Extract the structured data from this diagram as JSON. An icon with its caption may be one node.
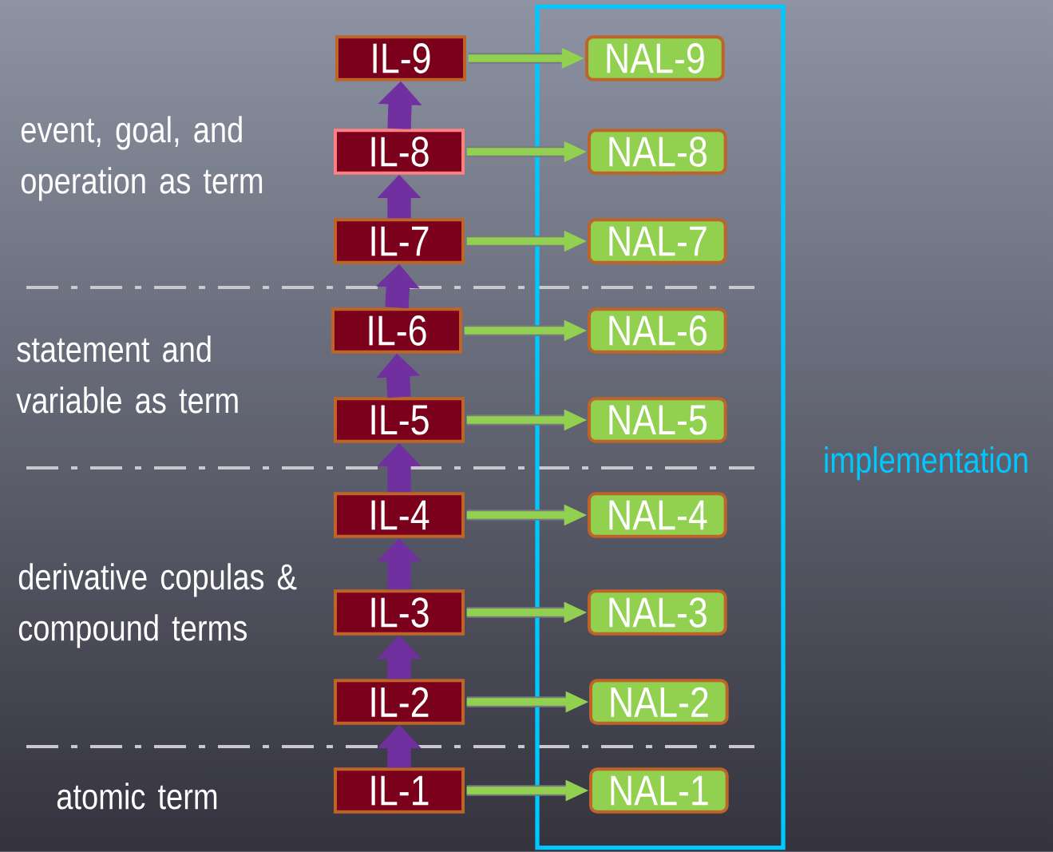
{
  "diagram": {
    "nodes": [
      {
        "text": [
          "implementation"
        ]
      },
      {
        "text": [
          "IL-9"
        ]
      },
      {
        "text": [
          "IL-8"
        ]
      },
      {
        "text": [
          "IL-7"
        ]
      },
      {
        "text": [
          "IL-6"
        ]
      },
      {
        "text": [
          "IL-5"
        ]
      },
      {
        "text": [
          "IL-4"
        ]
      },
      {
        "text": [
          "IL-3"
        ]
      },
      {
        "text": [
          "IL-2"
        ]
      },
      {
        "text": [
          "IL-1"
        ]
      },
      {
        "text": [
          "NAL-9"
        ],
        "in": 0
      },
      {
        "text": [
          "NAL-8"
        ],
        "in": 0
      },
      {
        "text": [
          "NAL-7"
        ],
        "in": 0
      },
      {
        "text": [
          "NAL-6"
        ],
        "in": 0
      },
      {
        "text": [
          "NAL-5"
        ],
        "in": 0
      },
      {
        "text": [
          "NAL-4"
        ],
        "in": 0
      },
      {
        "text": [
          "NAL-3"
        ],
        "in": 0
      },
      {
        "text": [
          "NAL-2"
        ],
        "in": 0
      },
      {
        "text": [
          "NAL-1"
        ],
        "in": 0
      }
    ],
    "edges": [
      {
        "from": 9,
        "to": 8,
        "arrow": "to",
        "style": "thick",
        "color": "#7030a0"
      },
      {
        "from": 8,
        "to": 7,
        "arrow": "to",
        "style": "thick",
        "color": "#7030a0"
      },
      {
        "from": 7,
        "to": 6,
        "arrow": "to",
        "style": "thick",
        "color": "#7030a0"
      },
      {
        "from": 6,
        "to": 5,
        "arrow": "to",
        "style": "thick",
        "color": "#7030a0"
      },
      {
        "from": 5,
        "to": 4,
        "arrow": "to",
        "style": "thick",
        "color": "#7030a0"
      },
      {
        "from": 4,
        "to": 3,
        "arrow": "to",
        "style": "thick",
        "color": "#7030a0"
      },
      {
        "from": 3,
        "to": 2,
        "arrow": "to",
        "style": "thick",
        "color": "#7030a0"
      },
      {
        "from": 2,
        "to": 1,
        "arrow": "to",
        "style": "thick",
        "color": "#7030a0"
      },
      {
        "from": 1,
        "to": 10,
        "arrow": "to"
      },
      {
        "from": 2,
        "to": 11,
        "arrow": "to"
      },
      {
        "from": 3,
        "to": 12,
        "arrow": "to"
      },
      {
        "from": 4,
        "to": 13,
        "arrow": "to"
      },
      {
        "from": 5,
        "to": 14,
        "arrow": "to"
      },
      {
        "from": 6,
        "to": 15,
        "arrow": "to"
      },
      {
        "from": 7,
        "to": 16,
        "arrow": "to"
      },
      {
        "from": 8,
        "to": 17,
        "arrow": "to"
      },
      {
        "from": 9,
        "to": 18,
        "arrow": "to"
      }
    ],
    "labels": [
      "event, goal, and operation as term",
      "statement and variable as term",
      "derivative copulas & compound terms",
      "atomic term"
    ]
  }
}
